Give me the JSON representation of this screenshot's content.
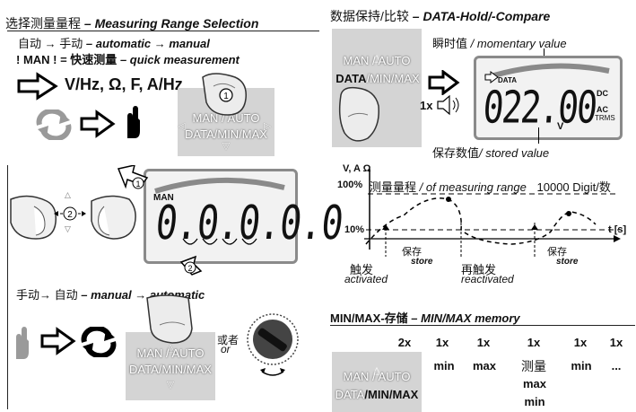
{
  "left": {
    "header_cn": "选择测量量程",
    "header_en": "– Measuring Range Selection",
    "line1_cn_a": "自动",
    "line1_cn_b": "手动",
    "line1_en": "– automatic → manual",
    "line2_cn": "! MAN ! = 快速测量",
    "line2_en": "– quick measurement",
    "arrow": "→",
    "func_list": "V/Hz, Ω, F, A/Hz",
    "step1": "1",
    "step2": "2",
    "man_auto_label": "MAN / AUTO",
    "data_min_max_label": "DATA/MIN/MAX",
    "lcd_man": "MAN",
    "lcd_digits": "0.0.0.0.0",
    "line3_cn_a": "手动",
    "line3_cn_b": "自动",
    "line3_en": "– manual → automatic",
    "or_cn": "或者",
    "or_en": "or"
  },
  "right": {
    "header_cn": "数据保持/比较",
    "header_en": "– DATA-Hold/-Compare",
    "momentary_cn": "瞬时值",
    "momentary_en": "/ momentary value",
    "stored_cn": "保存数值",
    "stored_en": "/ stored value",
    "man_auto_label": "MAN / AUTO",
    "data_label": "DATA",
    "min_max_label": "/MIN/MAX",
    "times": "1x",
    "lcd_data": "DATA",
    "lcd_value": "022.00",
    "lcd_unit": "V",
    "lcd_dc": "DC",
    "lcd_ac": "AC",
    "lcd_trms": "TRMS",
    "chart_va": "V, A",
    "chart_ohm": "Ω",
    "chart_100": "100%",
    "chart_10": "10%",
    "chart_title_cn": "测量量程",
    "chart_title_en": "/ of measuring range",
    "chart_digits": "10000 Digit/数",
    "chart_time": "t [s]",
    "store_cn": "保存",
    "store_en": "store",
    "trigger_cn": "触发",
    "trigger_en": "activated",
    "retrigger_cn": "再触发",
    "retrigger_en": "reactivated",
    "minmax_header_cn": "MIN/MAX-存储",
    "minmax_header_en": "– MIN/MAX memory",
    "minmax_times": [
      "2x",
      "1x",
      "1x",
      "1x",
      "1x",
      "1x"
    ],
    "minmax_labels": [
      "",
      "min",
      "max",
      "测量",
      "min",
      "..."
    ],
    "minmax_extra": [
      "max",
      "min"
    ],
    "min_label": "MIN",
    "max_label": "MAX"
  }
}
